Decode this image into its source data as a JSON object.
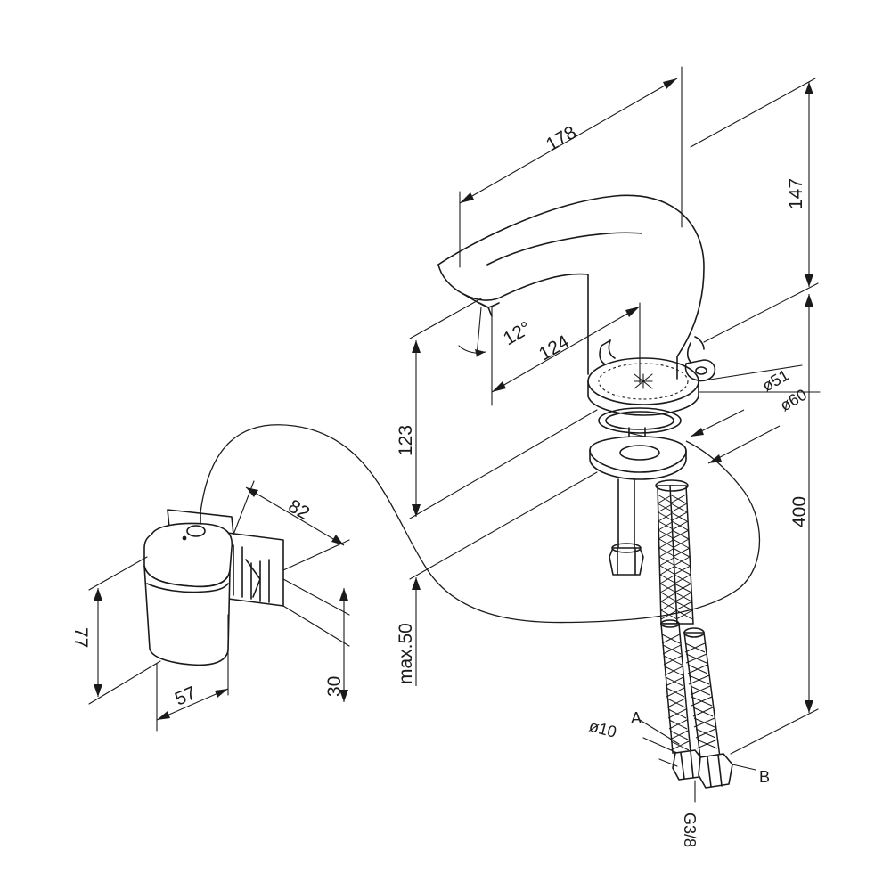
{
  "dimensions": {
    "spout_length": "178",
    "height_top": "147",
    "spout_reach": "124",
    "spout_angle": "12°",
    "diameter_inner": "ø51",
    "diameter_outer": "ø60",
    "spout_height": "123",
    "hose_length": "400",
    "max_deck": "max.50",
    "box_width": "82",
    "box_height": "77",
    "box_depth": "57",
    "box_offset": "30",
    "hose_diameter": "ø10",
    "thread": "G3/8"
  },
  "hose_labels": {
    "a": "A",
    "b": "B"
  }
}
